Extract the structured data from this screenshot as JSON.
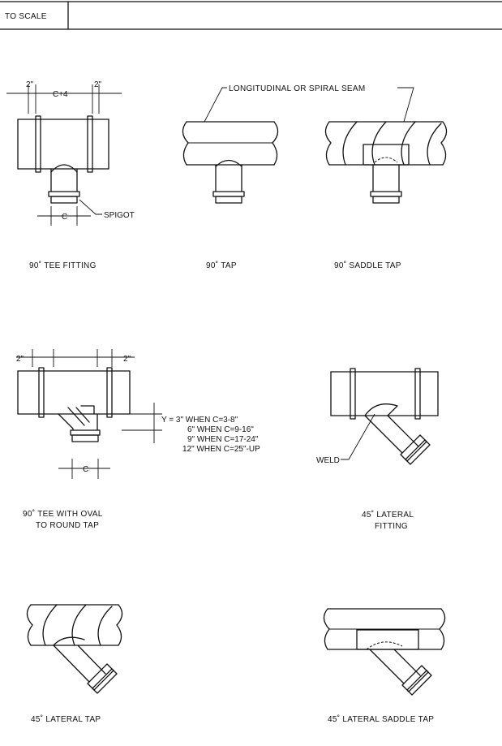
{
  "title_block": {
    "scale_text": "TO SCALE"
  },
  "figures": {
    "tee_fitting": {
      "caption": "90˚ TEE FITTING",
      "dim_left": "2\"",
      "dim_mid": "C+4",
      "dim_right": "2\"",
      "dim_c": "C",
      "spigot": "SPIGOT"
    },
    "tap": {
      "caption": "90˚ TAP",
      "seam_label": "LONGITUDINAL OR SPIRAL SEAM"
    },
    "saddle_tap": {
      "caption": "90˚ SADDLE TAP"
    },
    "tee_oval": {
      "caption_line1": "90˚ TEE WITH OVAL",
      "caption_line2": "TO ROUND TAP",
      "dim_left": "2\"",
      "dim_right": "2\"",
      "dim_c": "C",
      "y_notes": [
        "Y = 3\" WHEN C=3-8\"",
        "6\" WHEN C=9-16\"",
        "9\" WHEN C=17-24\"",
        "12\" WHEN C=25\"-UP"
      ]
    },
    "lateral_fitting": {
      "caption_line1": "45˚ LATERAL",
      "caption_line2": "FITTING",
      "weld": "WELD"
    },
    "lateral_tap": {
      "caption": "45˚ LATERAL TAP"
    },
    "lateral_saddle_tap": {
      "caption": "45˚ LATERAL SADDLE TAP"
    }
  }
}
